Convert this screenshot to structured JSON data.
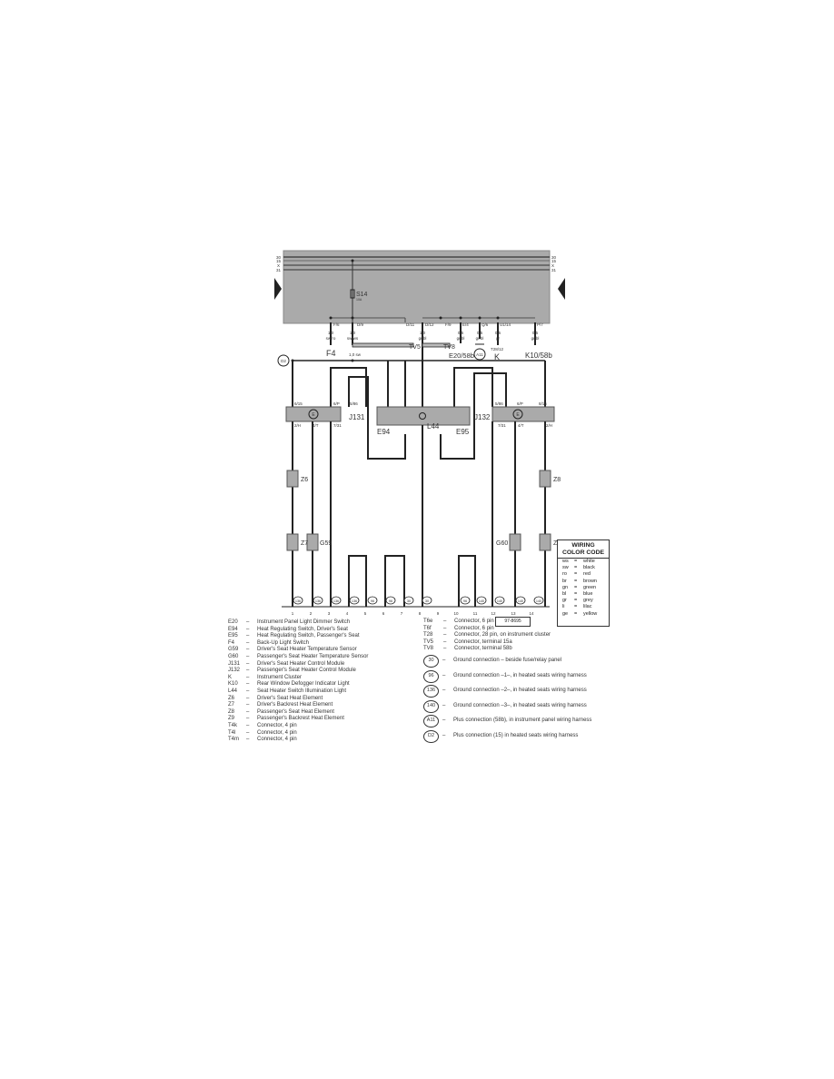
{
  "bus": {
    "left_labels": [
      "30",
      "15",
      "X",
      "31"
    ],
    "right_labels": [
      "30",
      "15",
      "X",
      "31"
    ],
    "fuse": {
      "name": "S14",
      "rating": "10A"
    },
    "terminals": [
      "F/6",
      "D/9",
      "D/11",
      "D/12",
      "F/9",
      "E/4",
      "Q/6",
      "U1/14",
      "P/7"
    ]
  },
  "wires_top": [
    {
      "gauge": "1,0",
      "color": "sw/ro",
      "component": "F4"
    },
    {
      "gauge": "1,0",
      "color": "sw/ws"
    },
    {
      "gauge": "1,0",
      "color": "gr/bl"
    },
    {
      "gauge": "0,5",
      "color": "gr/bl",
      "component": "E20/58b"
    },
    {
      "gauge": "0,5",
      "color": "gr/bl",
      "component": "A11"
    },
    {
      "gauge": "0,5",
      "color": "gr",
      "component": "K",
      "connector": "T28/12"
    },
    {
      "gauge": "0,5",
      "color": "gr/bl",
      "component": "K10/58b"
    }
  ],
  "connectors_top": {
    "tv5": "TV5",
    "tv8": "TV8",
    "sw_label": "1,0 sw",
    "d2": "D2"
  },
  "modules": {
    "j131": {
      "name": "J131",
      "pins_top": [
        "6/15",
        "6/P",
        "5/86"
      ],
      "pins_bottom": [
        "2/H",
        "4/T",
        "7/31"
      ],
      "symbol": "E"
    },
    "j132": {
      "name": "J132",
      "pins_top": [
        "5/86",
        "6/P",
        "8/15"
      ],
      "pins_bottom": [
        "7/31",
        "4/T",
        "2/H"
      ],
      "symbol": "E"
    },
    "switches": {
      "e94": "E94",
      "l44": "L44",
      "e95": "E95",
      "pins": [
        "4",
        "3",
        "1/58b",
        "5",
        "7",
        "2",
        "6"
      ]
    }
  },
  "connectors": [
    "T4k/3",
    "T4k/2",
    "T4k/1",
    "T4m/1",
    "T4m/2",
    "T4m/3",
    "T4m/4",
    "T4l/1",
    "T4l/2",
    "T4l/3",
    "T6e/4",
    "T6e/5",
    "T6e/3",
    "T6e/2",
    "T6e/1",
    "T6e/6",
    "T6f/4",
    "T6f/5",
    "T6f/3",
    "T6f/2",
    "T6f/6",
    "T6f/1",
    "T4k/4",
    "T4l/4"
  ],
  "elements": {
    "z6": "Z6",
    "z7": "Z7",
    "z8": "Z8",
    "z9": "Z9",
    "g59": "G59",
    "g60": "G60"
  },
  "bottom_wires": [
    {
      "gauge": "1,0",
      "color": "br"
    },
    {
      "gauge": "0,5",
      "color": "br"
    },
    {
      "gauge": "1,0",
      "color": "br/sw"
    },
    {
      "gauge": "1,5",
      "color": "br"
    },
    {
      "gauge": "0,5",
      "color": "ro/sw"
    }
  ],
  "grounds": [
    "136",
    "136",
    "136",
    "136",
    "96",
    "96",
    "30",
    "30",
    "96",
    "140",
    "140",
    "140",
    "140"
  ],
  "positions": [
    "1",
    "2",
    "3",
    "4",
    "5",
    "6",
    "7",
    "8",
    "9",
    "10",
    "11",
    "12",
    "13",
    "14"
  ],
  "reference": "97-8695",
  "color_code": {
    "title_line1": "WIRING",
    "title_line2": "COLOR CODE",
    "entries": [
      {
        "code": "ws",
        "eq": "=",
        "name": "white"
      },
      {
        "code": "sw",
        "eq": "=",
        "name": "black"
      },
      {
        "code": "ro",
        "eq": "=",
        "name": "red"
      },
      {
        "code": "br",
        "eq": "=",
        "name": "brown"
      },
      {
        "code": "gn",
        "eq": "=",
        "name": "green"
      },
      {
        "code": "bl",
        "eq": "=",
        "name": "blue"
      },
      {
        "code": "gr",
        "eq": "=",
        "name": "grey"
      },
      {
        "code": "li",
        "eq": "=",
        "name": "lilac"
      },
      {
        "code": "ge",
        "eq": "=",
        "name": "yellow"
      }
    ]
  },
  "legend_left": [
    {
      "code": "E20",
      "desc": "Instrument Panel Light Dimmer Switch"
    },
    {
      "code": "E94",
      "desc": "Heat Regulating Switch, Driver's Seat"
    },
    {
      "code": "E95",
      "desc": "Heat Regulating Switch, Passenger's Seat"
    },
    {
      "code": "F4",
      "desc": "Back-Up Light Switch"
    },
    {
      "code": "G59",
      "desc": "Driver's Seat Heater Temperature Sensor"
    },
    {
      "code": "G60",
      "desc": "Passenger's Seat Heater Temperature Sensor"
    },
    {
      "code": "J131",
      "desc": "Driver's Seat Heater Control Module"
    },
    {
      "code": "J132",
      "desc": "Passenger's Seat Heater Control Module"
    },
    {
      "code": "K",
      "desc": "Instrument Cluster"
    },
    {
      "code": "K10",
      "desc": "Rear Window Defogger Indicator Light"
    },
    {
      "code": "L44",
      "desc": "Seat Heater Switch Illumination Light"
    },
    {
      "code": "Z6",
      "desc": "Driver's Seat Heat Element"
    },
    {
      "code": "Z7",
      "desc": "Driver's Backrest Heat Element"
    },
    {
      "code": "Z8",
      "desc": "Passenger's Seat Heat Element"
    },
    {
      "code": "Z9",
      "desc": "Passenger's Backrest Heat Element"
    },
    {
      "code": "T4k",
      "desc": "Connector, 4 pin"
    },
    {
      "code": "T4l",
      "desc": "Connector, 4 pin"
    },
    {
      "code": "T4m",
      "desc": "Connector, 4 pin"
    }
  ],
  "legend_right": [
    {
      "code": "T6e",
      "desc": "Connector, 6 pin"
    },
    {
      "code": "T6f",
      "desc": "Connector, 6 pin"
    },
    {
      "code": "T28",
      "desc": "Connector, 28 pin, on instrument cluster"
    },
    {
      "code": "TV5",
      "desc": "Connector, terminal 15a"
    },
    {
      "code": "TV8",
      "desc": "Connector, terminal 58b"
    }
  ],
  "legend_grounds": [
    {
      "code": "30",
      "desc": "Ground connection – beside fuse/relay panel"
    },
    {
      "code": "96",
      "desc": "Ground connection –1–, in heated seats wiring harness"
    },
    {
      "code": "136",
      "desc": "Ground connection –2–, in heated seats wiring harness"
    },
    {
      "code": "140",
      "desc": "Ground connection –3–, in heated seats wiring harness"
    },
    {
      "code": "A11",
      "desc": "Plus connection (58b), in instrument panel wiring harness"
    },
    {
      "code": "D2",
      "desc": "Plus connection (15) in heated seats wiring harness"
    }
  ],
  "dash": "–"
}
